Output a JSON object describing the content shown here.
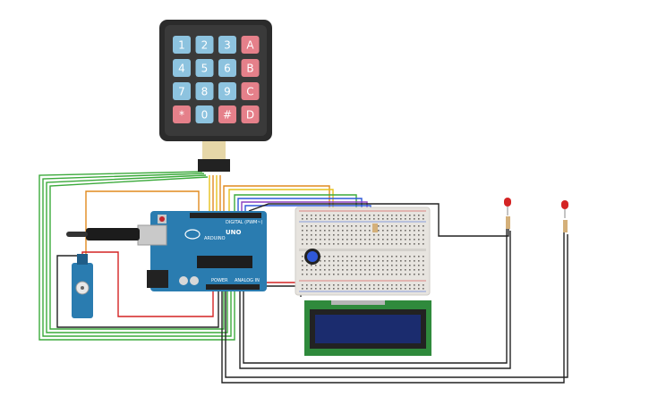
{
  "keypad": {
    "rows": [
      [
        "1",
        "2",
        "3",
        "A"
      ],
      [
        "4",
        "5",
        "6",
        "B"
      ],
      [
        "7",
        "8",
        "9",
        "C"
      ],
      [
        "*",
        "0",
        "#",
        "D"
      ]
    ],
    "colors": {
      "number_key": "#8dc3df",
      "letter_key": "#e5808a",
      "body": "#2b2b2b"
    }
  },
  "arduino": {
    "board_label": "UNO",
    "brand": "ARDUINO",
    "header_digital": "DIGITAL (PWM~)",
    "header_power": "POWER",
    "header_analog": "ANALOG IN",
    "color": "#2a7cb0"
  },
  "lcd": {
    "screen_color": "#1b2c6e",
    "body_color": "#2f8a3c"
  },
  "wire_colors": {
    "green": "#3caa3c",
    "orange": "#e08a1e",
    "red": "#d42424",
    "black": "#222222",
    "blue": "#2f58d8",
    "purple": "#8a3fc0",
    "yellow": "#e6c21c"
  }
}
